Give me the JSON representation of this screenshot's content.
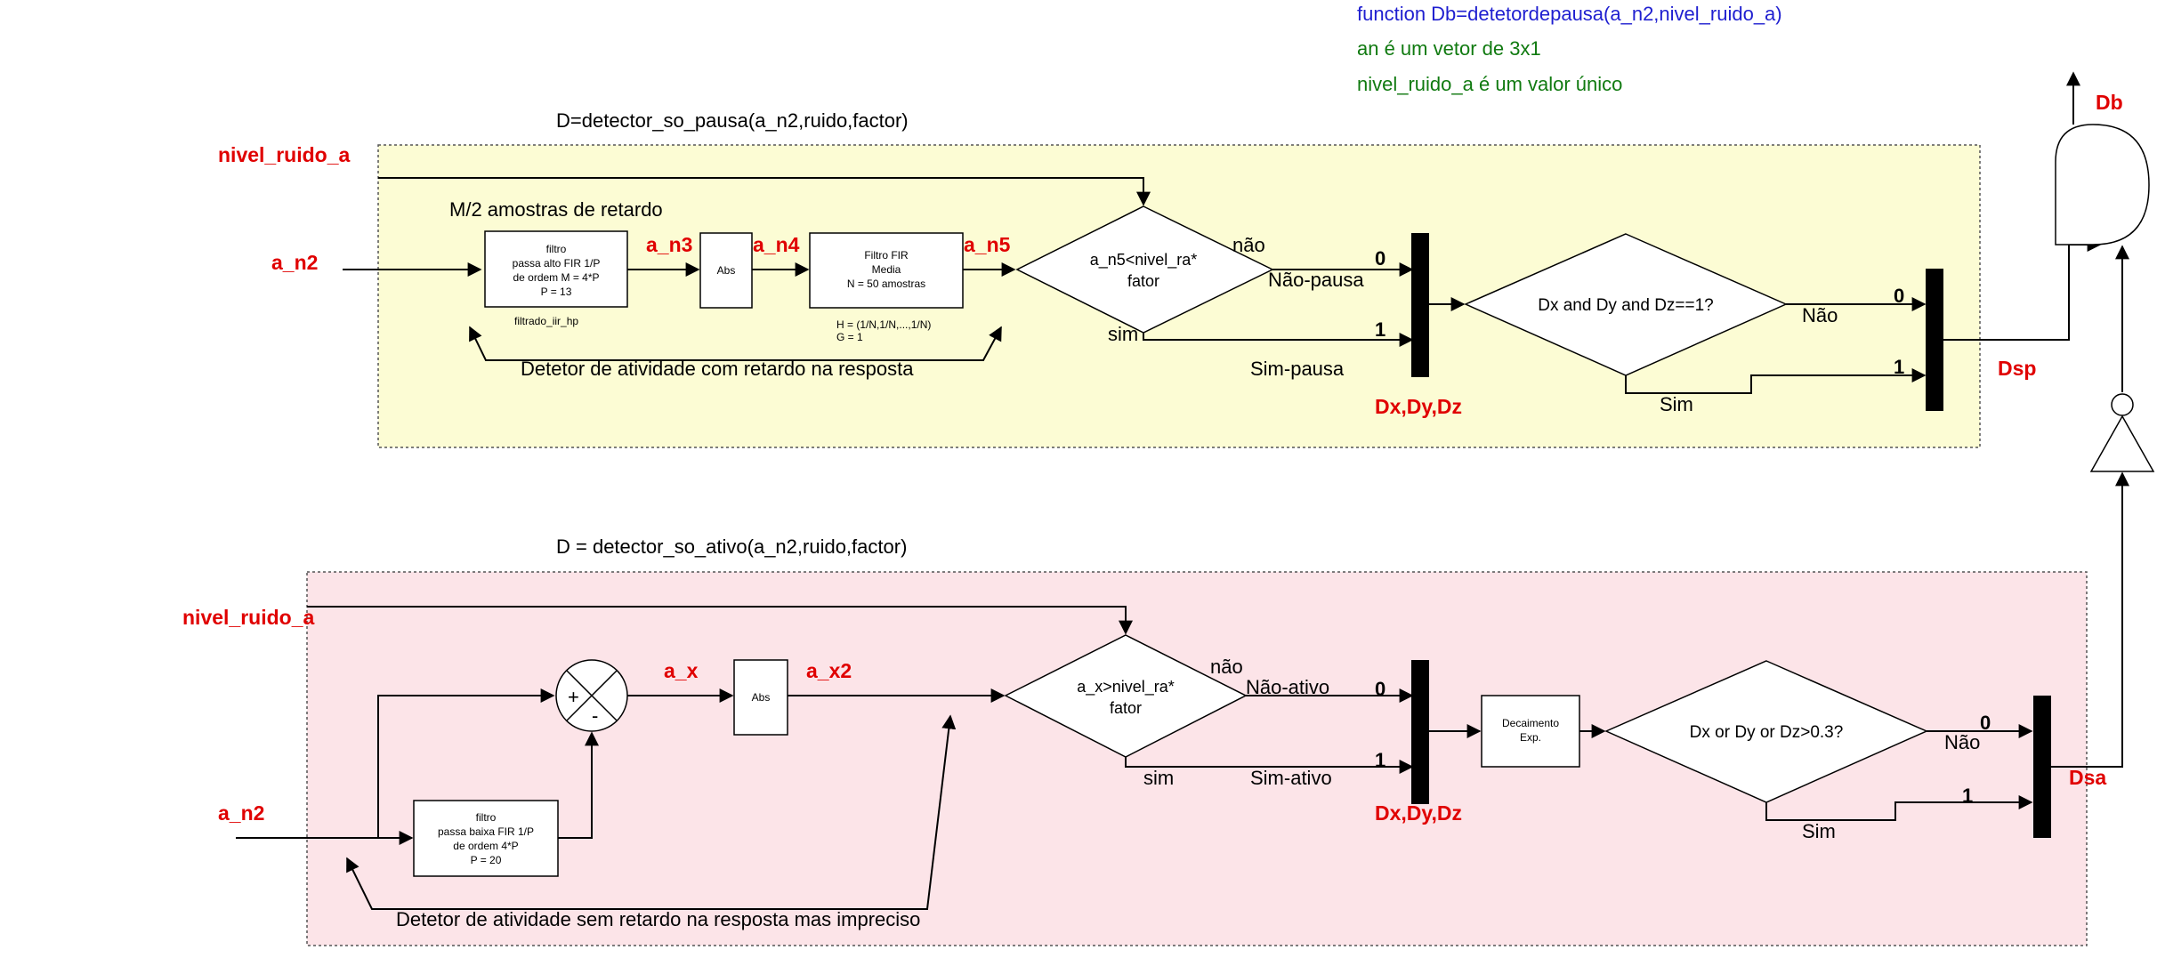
{
  "header": {
    "function_line": "function Db=detetordepausa(a_n2,nivel_ruido_a)",
    "comment1": "an é um vetor de 3x1",
    "comment2": "nivel_ruido_a é um valor único"
  },
  "top": {
    "title": "D=detector_so_pausa(a_n2,ruido,factor)",
    "input_noise": "nivel_ruido_a",
    "input_signal": "a_n2",
    "delay_note": "M/2 amostras de retardo",
    "filter_lines": [
      "filtro",
      "passa alto FIR 1/P",
      "de ordem M = 4*P",
      "P = 13"
    ],
    "filter_caption": "filtrado_iir_hp",
    "sig_n3": "a_n3",
    "abs": "Abs",
    "sig_n4": "a_n4",
    "fir_lines": [
      "Filtro FIR",
      "Media",
      "N = 50 amostras"
    ],
    "fir_caption": [
      "H = (1/N,1/N,...,1/N)",
      "G = 1"
    ],
    "sig_n5": "a_n5",
    "decision_lines": [
      "a_n5<nivel_ra*",
      "fator"
    ],
    "yes": "sim",
    "no": "não",
    "no_label": "Não-pausa",
    "yes_label": "Sim-pausa",
    "bit0": "0",
    "bit1": "1",
    "mux_label": "Dx,Dy,Dz",
    "decision2": "Dx and Dy and Dz==1?",
    "dec2_no": "Não",
    "dec2_yes": "Sim",
    "out_bit0": "0",
    "out_bit1": "1",
    "output": "Dsp",
    "feedback_note": "Detetor de atividade com retardo na resposta"
  },
  "bottom": {
    "title": "D = detector_so_ativo(a_n2,ruido,factor)",
    "input_noise": "nivel_ruido_a",
    "input_signal": "a_n2",
    "sum_plus": "+",
    "sum_minus": "-",
    "sig_x": "a_x",
    "abs": "Abs",
    "sig_x2": "a_x2",
    "filter_lines": [
      "filtro",
      "passa baixa FIR 1/P",
      "de ordem 4*P",
      "P = 20"
    ],
    "decision_lines": [
      "a_x>nivel_ra*",
      "fator"
    ],
    "yes": "sim",
    "no": "não",
    "no_label": "Não-ativo",
    "yes_label": "Sim-ativo",
    "bit0": "0",
    "bit1": "1",
    "mux_label": "Dx,Dy,Dz",
    "decay_lines": [
      "Decaimento",
      "Exp."
    ],
    "decision2": "Dx or Dy or Dz>0.3?",
    "dec2_no": "Não",
    "dec2_yes": "Sim",
    "out_bit0": "0",
    "out_bit1": "1",
    "output": "Dsa",
    "feedback_note": "Detetor de atividade sem retardo na resposta mas impreciso"
  },
  "output": {
    "label": "Db"
  },
  "colors": {
    "top_panel": "#fcfcd4",
    "bottom_panel": "#fce4e8",
    "accent_red": "#e00000",
    "function_blue": "#1f1fd0",
    "comment_green": "#107a10"
  }
}
